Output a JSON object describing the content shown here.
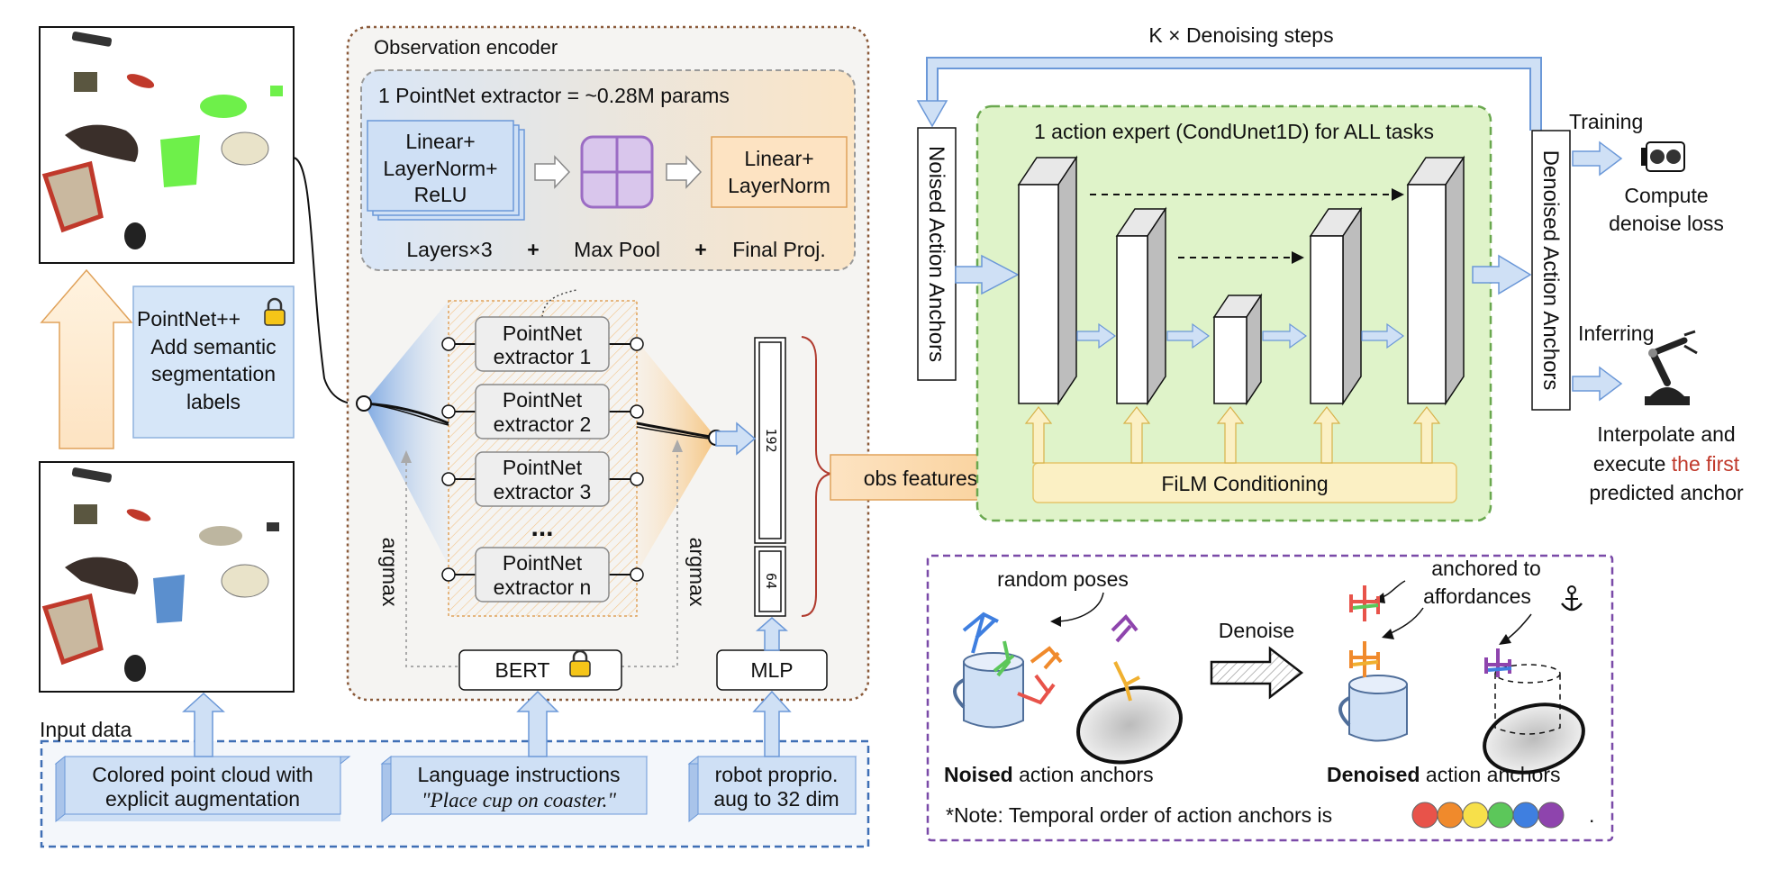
{
  "input_panel": {
    "title": "Input data",
    "point_cloud": {
      "line1": "Colored point cloud with",
      "line2": "explicit augmentation"
    },
    "language": {
      "line1": "Language instructions",
      "line2": "\"Place cup on coaster.\""
    },
    "proprio": {
      "line1": "robot proprio.",
      "line2": "aug to 32 dim"
    }
  },
  "pointnet_pp": {
    "line1": "PointNet++",
    "line2": "Add semantic",
    "line3": "segmentation",
    "line4": "labels",
    "icon": "lock-icon"
  },
  "encoder": {
    "title": "Observation encoder",
    "extractor_box": {
      "title": "1 PointNet extractor = ~0.28M params",
      "layer_block": {
        "line1": "Linear+",
        "line2": "LayerNorm+",
        "line3": "ReLU"
      },
      "final_block": {
        "line1": "Linear+",
        "line2": "LayerNorm"
      },
      "labels": {
        "layers": "Layers×3",
        "plus1": "+",
        "maxpool": "Max Pool",
        "plus2": "+",
        "final": "Final Proj."
      }
    },
    "extractors": [
      {
        "line1": "PointNet",
        "line2": "extractor 1"
      },
      {
        "line1": "PointNet",
        "line2": "extractor 2"
      },
      {
        "line1": "PointNet",
        "line2": "extractor 3"
      },
      {
        "line1": "PointNet",
        "line2": "extractor n"
      }
    ],
    "ellipsis": "...",
    "argmax_left": "argmax",
    "argmax_right": "argmax",
    "bert": "BERT",
    "mlp": "MLP",
    "feat_192": "192",
    "feat_64": "64"
  },
  "obs_features": "obs features",
  "denoise_loop": {
    "title": "K × Denoising steps",
    "noised_label": "Noised Action Anchors",
    "denoised_label": "Denoised Action Anchors",
    "expert_title": "1 action expert (CondUnet1D) for ALL tasks",
    "film": "FiLM Conditioning"
  },
  "outputs": {
    "training": "Training",
    "compute_line1": "Compute",
    "compute_line2": "denoise loss",
    "inferring": "Inferring",
    "interp_line1": "Interpolate and",
    "interp_line2_prefix": "execute ",
    "interp_line2_highlight": "the first",
    "interp_line3": "predicted anchor"
  },
  "legend": {
    "random_poses": "random poses",
    "denoise": "Denoise",
    "anchored_line1": "anchored to",
    "anchored_line2": "affordances",
    "noised_bold": "Noised",
    "noised_rest": " action anchors",
    "denoised_bold": "Denoised",
    "denoised_rest": " action anchors",
    "note": "*Note: Temporal order of action anchors is",
    "note_end": ".",
    "order_colors": [
      "#e8534a",
      "#f08a2c",
      "#f7e04a",
      "#5cc75a",
      "#3f7fe0",
      "#8e44ad"
    ]
  },
  "colors": {
    "accent_red": "#c0392b",
    "blue_block": "#cfe0f5",
    "orange_block": "#fde3c2",
    "green_area": "#dff3c9",
    "film_fill": "#fbf0c4"
  }
}
